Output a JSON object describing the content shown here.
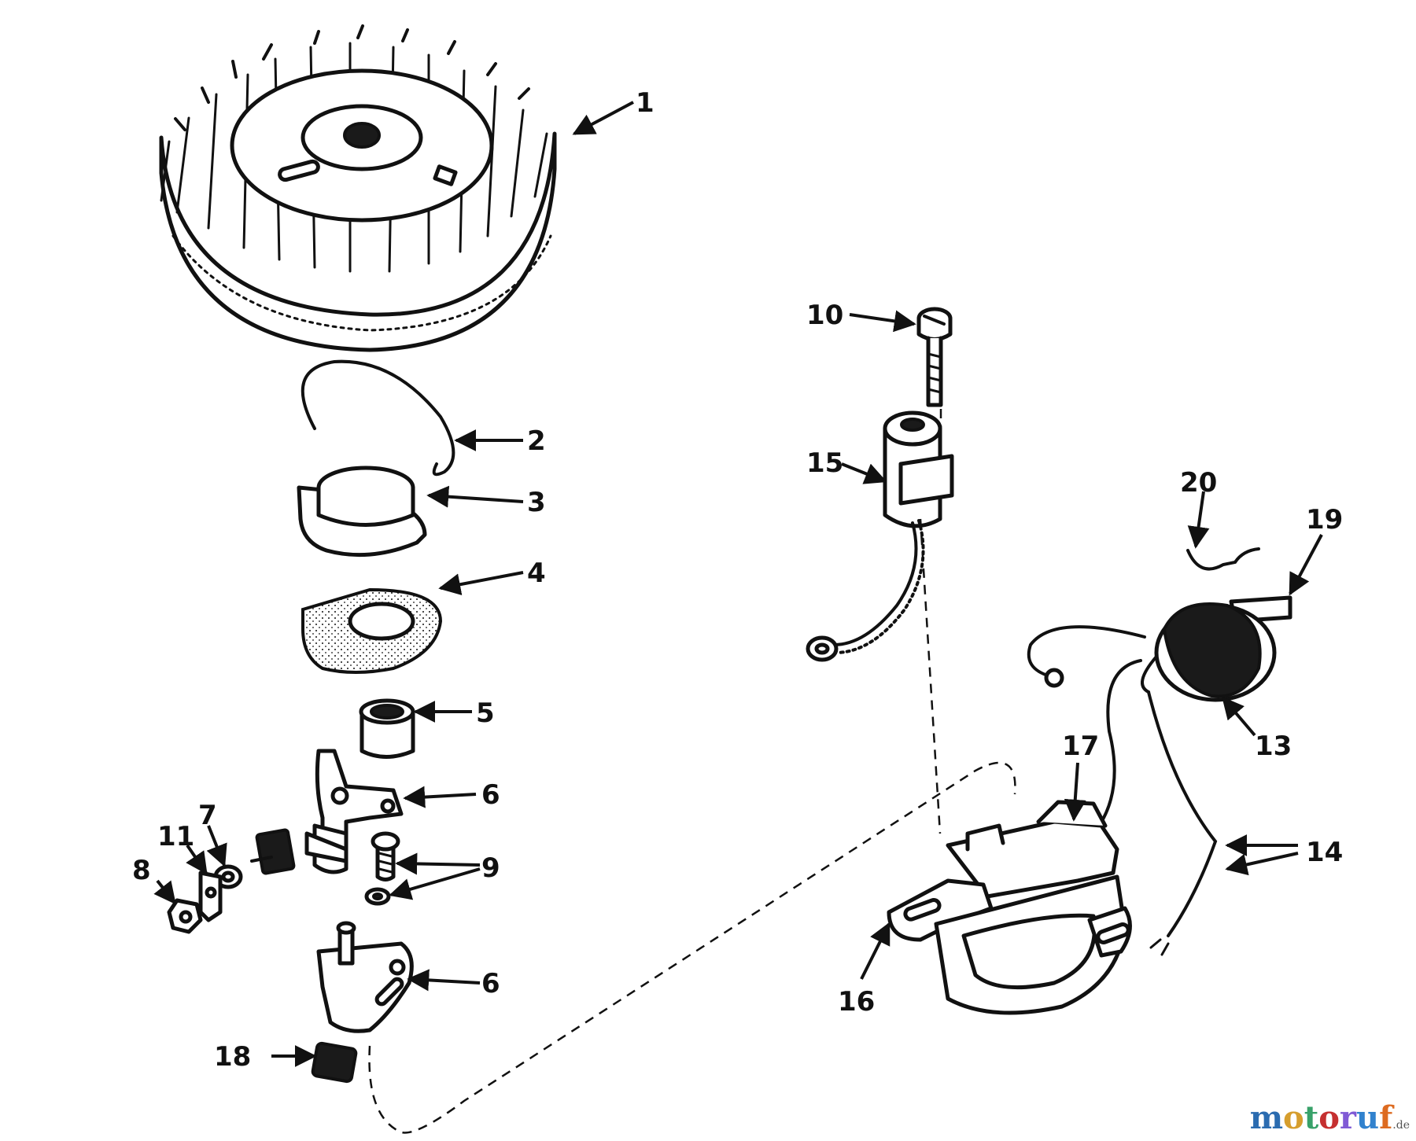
{
  "callouts": {
    "c1": "1",
    "c2": "2",
    "c3": "3",
    "c4": "4",
    "c5": "5",
    "c6a": "6",
    "c6b": "6",
    "c7": "7",
    "c8": "8",
    "c9": "9",
    "c10": "10",
    "c11": "11",
    "c13": "13",
    "c14": "14",
    "c15": "15",
    "c16": "16",
    "c17": "17",
    "c18": "18",
    "c19": "19",
    "c20": "20"
  },
  "watermark": {
    "m": "m",
    "o1": "o",
    "t": "t",
    "o2": "o",
    "r": "r",
    "u": "u",
    "f": "f",
    "de": ".de",
    "colors": [
      "#2b6cb0",
      "#d69e2e",
      "#38a169",
      "#c53030",
      "#805ad5",
      "#3182ce",
      "#dd6b20"
    ]
  },
  "colors": {
    "ink": "#111111",
    "paper": "#ffffff"
  }
}
